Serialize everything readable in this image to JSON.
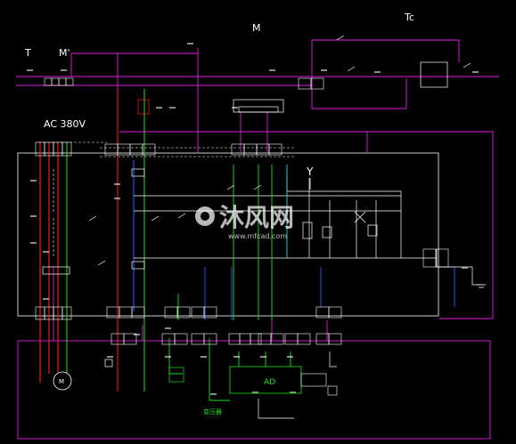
{
  "labels": {
    "T": "T",
    "M_prime": "M'",
    "M": "M",
    "Tc": "Tc",
    "ac": "AC 380V",
    "Y": "Y",
    "AD": "AD",
    "transformer": "变压器",
    "motor": "M"
  },
  "watermark": {
    "brand": "沐风网",
    "url": "www.mfcad.com"
  },
  "colors": {
    "background": "#000000",
    "white": "#ffffff",
    "magenta": "#e020e0",
    "red": "#ff2020",
    "green": "#20e020",
    "blue": "#2060ff",
    "cyan": "#20e0e0",
    "yellow": "#e6e600"
  }
}
